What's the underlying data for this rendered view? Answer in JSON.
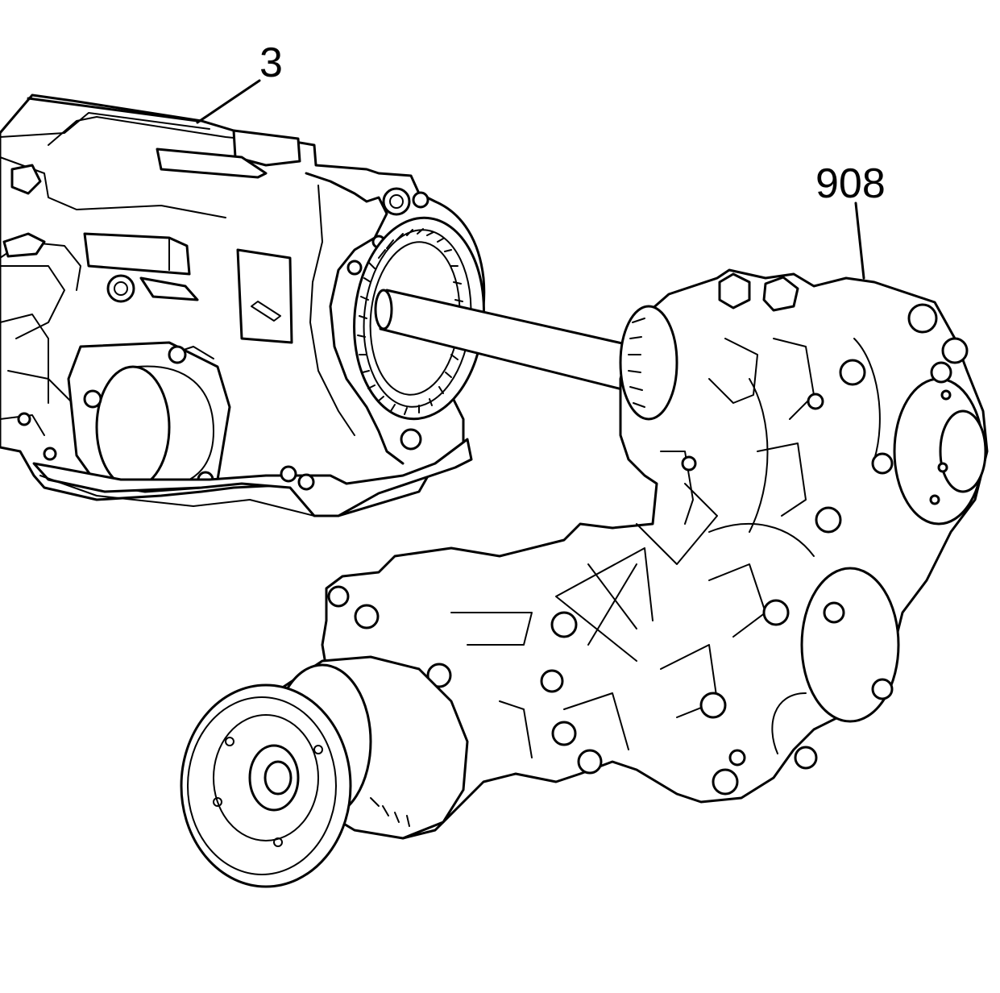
{
  "callouts": [
    {
      "id": "transmission",
      "label": "3"
    },
    {
      "id": "transfer-case",
      "label": "908"
    }
  ]
}
